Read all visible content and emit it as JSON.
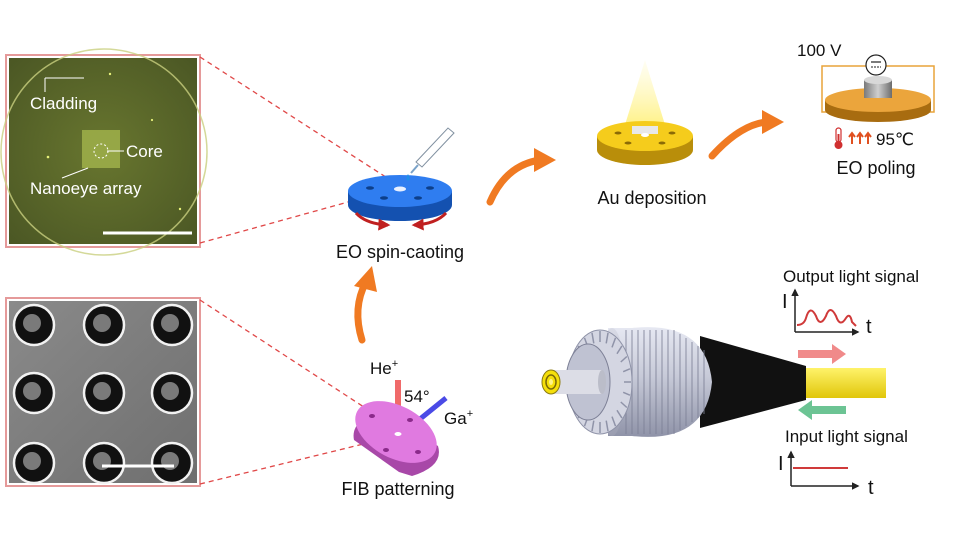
{
  "colors": {
    "inset_frame": "#e59a9a",
    "dashed": "#e04848",
    "arrow_orange": "#f07a22",
    "disc_blue": "#1f6fe0",
    "disc_gold": "#f1c21b",
    "disc_orange": "#e9a43a",
    "disc_pink": "#e07ae0",
    "fiber_yellow": "#f3e21c",
    "microscope_bg": "#5c6a2c"
  },
  "microscope": {
    "labels": {
      "cladding": "Cladding",
      "core": "Core",
      "nanoeye_array": "Nanoeye array"
    }
  },
  "steps": {
    "spin_coating": "EO spin-caoting",
    "fib_patterning": "FIB patterning",
    "au_deposition": "Au deposition",
    "eo_poling": "EO poling"
  },
  "fib": {
    "he_ion": "He",
    "ga_ion": "Ga",
    "ion_charge": "+",
    "angle": "54°"
  },
  "poling": {
    "voltage": "100 V",
    "temperature": "95℃",
    "thermometer_icon": "thermometer-icon",
    "heat_arrows_icon": "heat-arrows-icon"
  },
  "signals": {
    "output_label": "Output light signal",
    "input_label": "Input light signal",
    "axis_y": "I",
    "axis_x": "t"
  }
}
